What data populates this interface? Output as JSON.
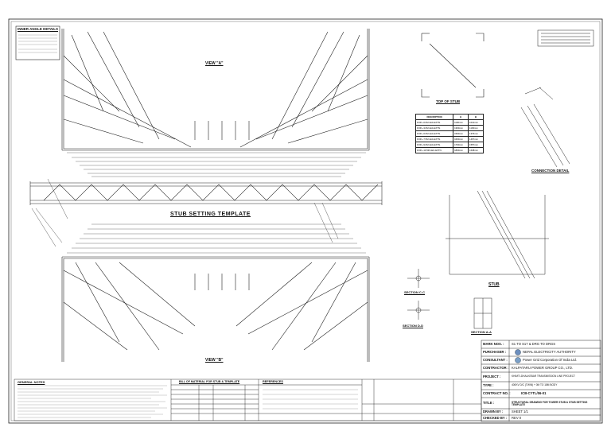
{
  "views": {
    "top_view": "VIEW \"A\"",
    "bottom_view": "VIEW \"B\"",
    "template_title": "STUB SETTING TEMPLATE",
    "top_of_stub": "TOP OF STUB",
    "connection_detail": "CONNECTION DETAIL",
    "stub_label": "STUB",
    "section_labels": [
      "SECTION C-C",
      "SECTION D-D",
      "SECTION A-A"
    ]
  },
  "inner_angle_label": "INNER ANGLE DETAILS",
  "stub_table": {
    "headers": [
      "DESCRIPTION",
      "H",
      "B"
    ],
    "rows": [
      [
        "FOR +0.0M LEG EXTN.",
        "1100mm",
        "1012mm"
      ],
      [
        "FOR +3.0M LEG EXTN.",
        "1300mm",
        "1193mm"
      ],
      [
        "FOR +6.0M LEG EXTN.",
        "1500mm",
        "1376mm"
      ],
      [
        "FOR +7.5M LEG EXTN.",
        "1600mm",
        "1467mm"
      ],
      [
        "FOR +9.0M LEG EXTN.",
        "1700mm",
        "1557mm"
      ],
      [
        "FOR +10.5M LEG EXTN.",
        "1800mm",
        "1648mm"
      ]
    ]
  },
  "title_block": {
    "rows": [
      {
        "label": "MARK NOS. :",
        "value": "S1 TO S17 & DRG TO DRGS"
      },
      {
        "label": "PURCHASER :",
        "value": "NEPAL ELECTRICITY AUTHORITY"
      },
      {
        "label": "CONSULTANT :",
        "value": "Power Grid Corporation Of India Ltd."
      },
      {
        "label": "CONTRACTOR :",
        "value": "KALPATARU POWER GROUP CO., LTD."
      },
      {
        "label": "PROJECT :",
        "value": "KHIMTI-DHALKEBAR TRANSMISSION LINE PROJECT"
      },
      {
        "label": "TYPE :",
        "value": "400KV D/C (TWIN) + 0M TO 18M BODY"
      },
      {
        "label": "CONTRACT NO. :",
        "value": "ICB-CYTL/06-01"
      },
      {
        "label": "TITLE :",
        "value": "STRUCTURAL DRAWING FOR TOWER STUB & STUB SETTING TEMPLATE"
      },
      {
        "label": "DRAWN BY :",
        "value": "SHEET 1/1"
      },
      {
        "label": "CHECKED BY :",
        "value": "REV 0"
      }
    ]
  },
  "bottom_tables": {
    "notes_title": "GENERAL NOTES",
    "bom_title": "BILL OF MATERIAL FOR STUB & TEMPLATE",
    "references_title": "REFERENCES"
  }
}
